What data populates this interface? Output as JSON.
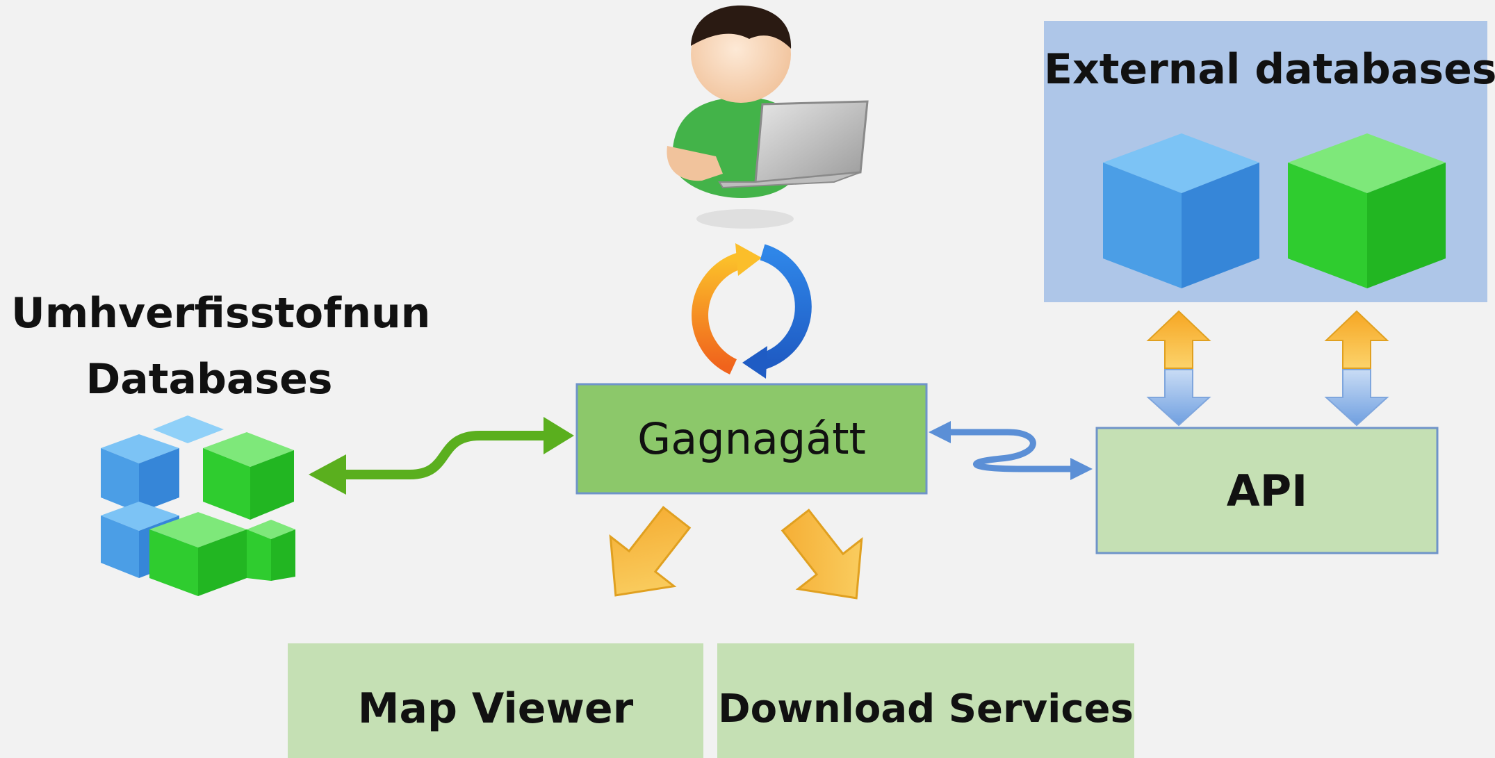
{
  "diagram": {
    "nodes": {
      "local_databases": {
        "label_line1": "Umhverfisstofnun",
        "label_line2": "Databases"
      },
      "external_databases": {
        "label": "External databases"
      },
      "gateway": {
        "label": "Gagnagátt"
      },
      "api": {
        "label": "API"
      },
      "map_viewer": {
        "label": "Map Viewer"
      },
      "download_services": {
        "label": "Download Services"
      }
    },
    "colors": {
      "background": "#f2f2f2",
      "gateway_fill": "#8cc86a",
      "light_green_fill": "#c5e0b4",
      "external_panel_fill": "#aec6e8",
      "box_border": "#6f94c9",
      "green_arrow": "#5aaf1e",
      "blue_arrow": "#5b8fd6",
      "orange_arrow": "#f5b235",
      "cube_blue": "#4aa3e8",
      "cube_green": "#2ed02e"
    },
    "icons": [
      "user-with-laptop-icon",
      "sync-cycle-icon",
      "database-cubes-icon",
      "cube-icon",
      "up-down-arrow-icon",
      "down-arrow-icon"
    ]
  }
}
